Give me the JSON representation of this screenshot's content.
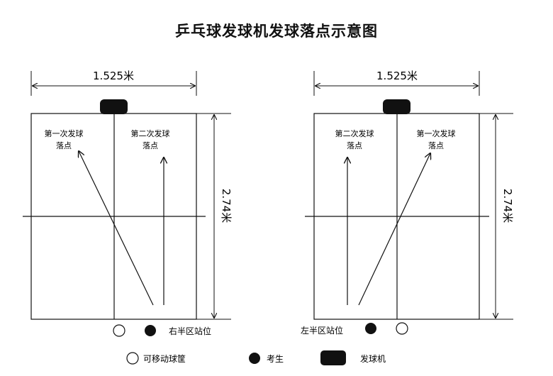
{
  "title": "乒乓球发球机发球落点示意图",
  "width_label": "1.525米",
  "length_label": "2.74米",
  "left_diagram": {
    "first_serve": [
      "第一次发球",
      "落点"
    ],
    "second_serve": [
      "第二次发球",
      "落点"
    ],
    "position_label": "右半区站位"
  },
  "right_diagram": {
    "first_serve": [
      "第一次发球",
      "落点"
    ],
    "second_serve": [
      "第二次发球",
      "落点"
    ],
    "position_label": "左半区站位"
  },
  "legend": {
    "movable_basket": "可移动球筐",
    "examinee": "考生",
    "serve_machine": "发球机"
  }
}
